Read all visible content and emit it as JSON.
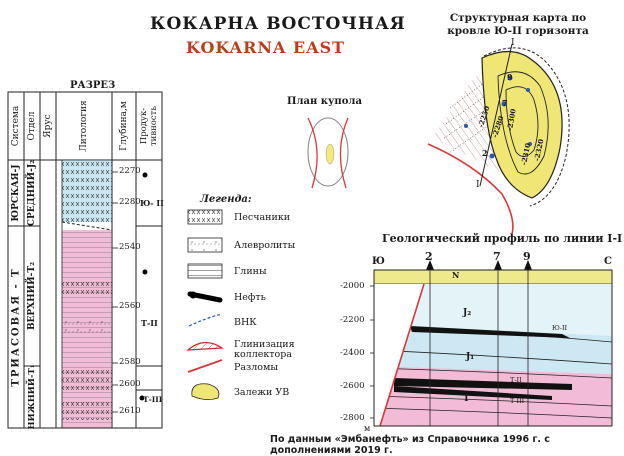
{
  "header": {
    "title_ru": "КОКАРНА ВОСТОЧНАЯ",
    "title_en": "KOKARNA EAST"
  },
  "structural_map": {
    "title": "Структурная карта по кровле Ю-II горизонта",
    "wells": [
      "9",
      "7",
      "2"
    ],
    "line_labels": [
      "I",
      "I"
    ],
    "contours": [
      "-2250",
      "-2280",
      "-2300",
      "-2310",
      "-2320"
    ]
  },
  "section": {
    "title": "РАЗРЕЗ",
    "headers": {
      "system": "Система",
      "dept": "Отдел",
      "stage": "Ярус",
      "lithology": "Литология",
      "depth": "Глубина,м",
      "productivity": "Продук-тивность"
    },
    "systems": [
      "ЮРСКАЯ-J",
      "ТРИАСОВАЯ - Т"
    ],
    "depts": [
      "СРЕДНИЙ-J₂",
      "ВЕРХНИЙ-T₂",
      "НИЖНИЙ-T₁"
    ],
    "depths": [
      "2270",
      "2280",
      "2540",
      "2560",
      "2580",
      "2600",
      "2610"
    ],
    "horizons": [
      "Ю- II",
      "Т-II",
      "Т-III"
    ]
  },
  "plan": {
    "title": "План купола"
  },
  "legend": {
    "title": "Легенда:",
    "items": [
      {
        "label": "Песчаники"
      },
      {
        "label": "Алевролиты"
      },
      {
        "label": "Глины"
      },
      {
        "label": "Нефть"
      },
      {
        "label": "ВНК"
      },
      {
        "label": "Глинизация коллектора"
      },
      {
        "label": "Разломы"
      },
      {
        "label": "Залежи УВ"
      }
    ]
  },
  "profile": {
    "title": "Геологический профиль по линии I-I",
    "left_dir": "Ю",
    "right_dir": "С",
    "wells": [
      "2",
      "7",
      "9"
    ],
    "depth_ticks": [
      "-2000",
      "-2200",
      "-2400",
      "-2600",
      "-2800"
    ],
    "unit": "м",
    "layers": [
      "N",
      "J₂",
      "J₁",
      "T"
    ],
    "horizon_labels": [
      "Ю-II",
      "Т-II",
      "Т-III"
    ]
  },
  "footer": {
    "text": "По данным «Эмбанефть» из Справочника 1996 г. с дополнениями 2019 г."
  }
}
